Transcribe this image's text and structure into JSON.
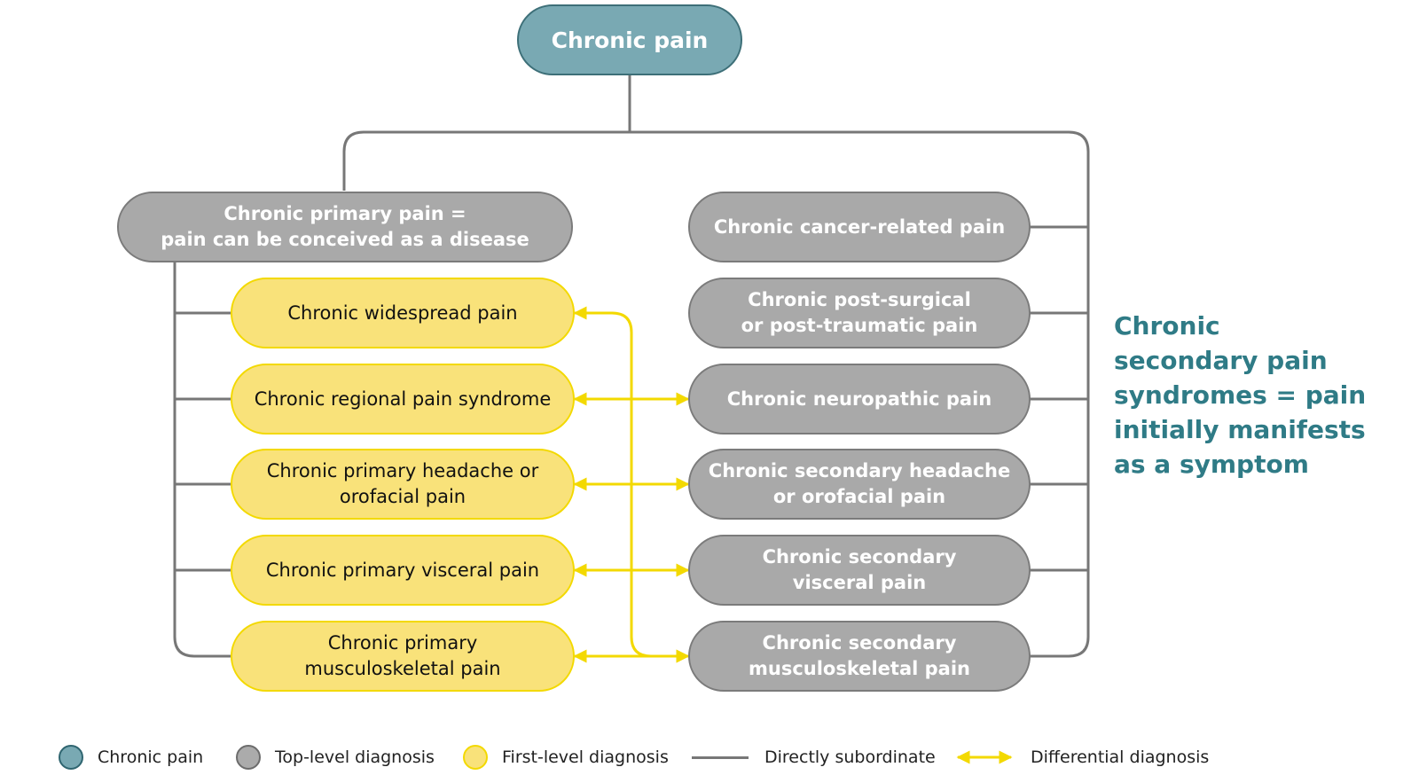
{
  "colors": {
    "root": "#79a9b3",
    "top_level": "#a9a9a9",
    "first_level": "#f9e27a",
    "subordinate_line": "#777777",
    "differential_arrow": "#f3d900",
    "note_text": "#2f7b86"
  },
  "diagram": {
    "root": "Chronic pain",
    "primary": "Chronic primary pain =\npain can be conceived as a disease",
    "primary_children": [
      "Chronic widespread pain",
      "Chronic regional pain syndrome",
      "Chronic primary headache or\norofacial pain",
      "Chronic primary visceral pain",
      "Chronic primary\nmusculoskeletal pain"
    ],
    "secondary_children": [
      "Chronic cancer-related pain",
      "Chronic post-surgical\nor post-traumatic pain",
      "Chronic neuropathic pain",
      "Chronic secondary headache\nor orofacial pain",
      "Chronic secondary\nvisceral pain",
      "Chronic secondary\nmusculoskeletal pain"
    ],
    "secondary_note": "Chronic\nsecondary pain\nsyndromes = pain\ninitially manifests\nas a symptom"
  },
  "legend": [
    {
      "label": "Chronic pain",
      "icon": "teal-circle"
    },
    {
      "label": "Top-level diagnosis",
      "icon": "grey-circle"
    },
    {
      "label": "First-level diagnosis",
      "icon": "yellow-circle"
    },
    {
      "label": "Directly subordinate",
      "icon": "grey-line"
    },
    {
      "label": "Differential diagnosis",
      "icon": "yellow-double-arrow"
    }
  ]
}
